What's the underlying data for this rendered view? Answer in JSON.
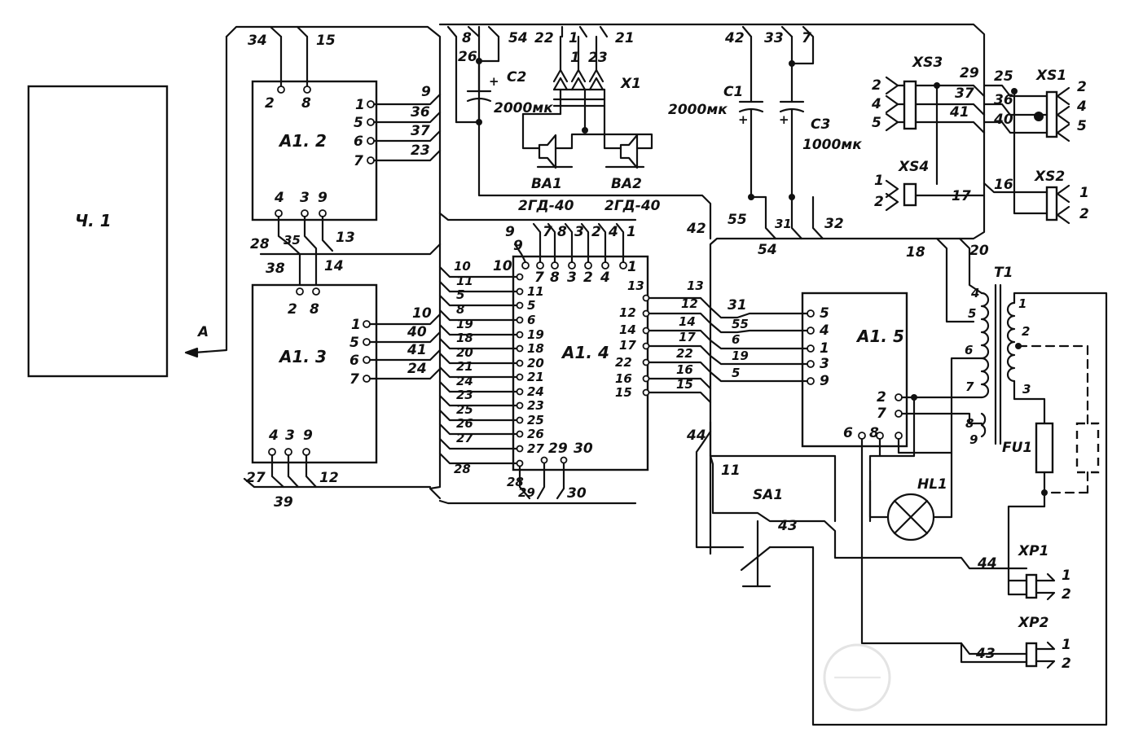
{
  "modules": {
    "block_left": "Ч. 1",
    "a12": "A1. 2",
    "a13": "A1. 3",
    "a14": "A1. 4",
    "a15": "A1. 5"
  },
  "components": {
    "c1": "C1",
    "c1_value": "2000мк",
    "c2": "C2",
    "c2_value": "2000мк",
    "c3": "C3",
    "c3_value": "1000мк",
    "ba1": "BA1",
    "ba2": "BA2",
    "ba1_type": "2ГД-40",
    "ba2_type": "2ГД-40",
    "x1": "X1",
    "t1": "T1",
    "fu1": "FU1",
    "hl1": "HL1",
    "sa1": "SA1",
    "xs1": "XS1",
    "xs2": "XS2",
    "xs3": "XS3",
    "xs4": "XS4",
    "xp1": "XP1",
    "xp2": "XP2",
    "arrow_a": "A"
  },
  "a12_pins": {
    "top": [
      "2",
      "8"
    ],
    "right": [
      "1",
      "5",
      "6",
      "7"
    ],
    "bottom": [
      "4",
      "3",
      "9"
    ]
  },
  "a13_pins": {
    "top": [
      "2",
      "8"
    ],
    "right": [
      "1",
      "5",
      "6",
      "7"
    ],
    "bottom": [
      "4",
      "3",
      "9"
    ]
  },
  "a14_pins": {
    "top": [
      "10",
      "7",
      "8",
      "3",
      "2",
      "4",
      "1"
    ],
    "left": [
      "11",
      "5",
      "6",
      "19",
      "18",
      "20",
      "21",
      "24",
      "23",
      "25",
      "26",
      "27",
      "28"
    ],
    "right": [
      "13",
      "12",
      "14",
      "17",
      "22",
      "16",
      "15"
    ],
    "bottom": [
      "29",
      "30"
    ]
  },
  "a15_pins": {
    "left": [
      "5",
      "4",
      "1",
      "3",
      "9"
    ],
    "right": [
      "2",
      "7"
    ],
    "bottom": [
      "6",
      "8"
    ]
  },
  "wire_labels": {
    "top_row": [
      "34",
      "15",
      "8",
      "54",
      "22",
      "1",
      "21",
      "42",
      "33",
      "7",
      "26"
    ],
    "a12_right": [
      "9",
      "36",
      "37",
      "23"
    ],
    "a12_bottom": [
      "28",
      "35",
      "13",
      "38",
      "14"
    ],
    "a13_right": [
      "10",
      "40",
      "41",
      "24"
    ],
    "a13_bottom": [
      "27",
      "12",
      "39"
    ],
    "a14_top": [
      "9",
      "9",
      "7",
      "8",
      "3",
      "2",
      "4",
      "1"
    ],
    "a14_left": [
      "10",
      "11",
      "5",
      "8",
      "19",
      "18",
      "20",
      "21",
      "24",
      "23",
      "25",
      "26",
      "27",
      "28"
    ],
    "a14_bottom": [
      "29",
      "30"
    ],
    "a14_right": [
      "13",
      "12",
      "14",
      "17",
      "22",
      "16",
      "15"
    ],
    "a15_left": [
      "31",
      "55",
      "6",
      "19",
      "5"
    ],
    "x1": [
      "1",
      "23"
    ],
    "c_bottom": [
      "55",
      "31",
      "32",
      "54",
      "42"
    ],
    "xs3": [
      "29",
      "37",
      "41",
      "25",
      "36",
      "40"
    ],
    "xs_pins": [
      "2",
      "4",
      "5",
      "2",
      "4",
      "5",
      "1",
      "2",
      "1",
      "2"
    ],
    "xs4": [
      "17",
      "16",
      "18",
      "20"
    ],
    "t1": [
      "4",
      "5",
      "6",
      "7",
      "8",
      "9",
      "1",
      "2",
      "3"
    ],
    "sa": [
      "44",
      "11",
      "43"
    ],
    "xp": [
      "44",
      "43",
      "1",
      "2",
      "1",
      "2"
    ]
  }
}
